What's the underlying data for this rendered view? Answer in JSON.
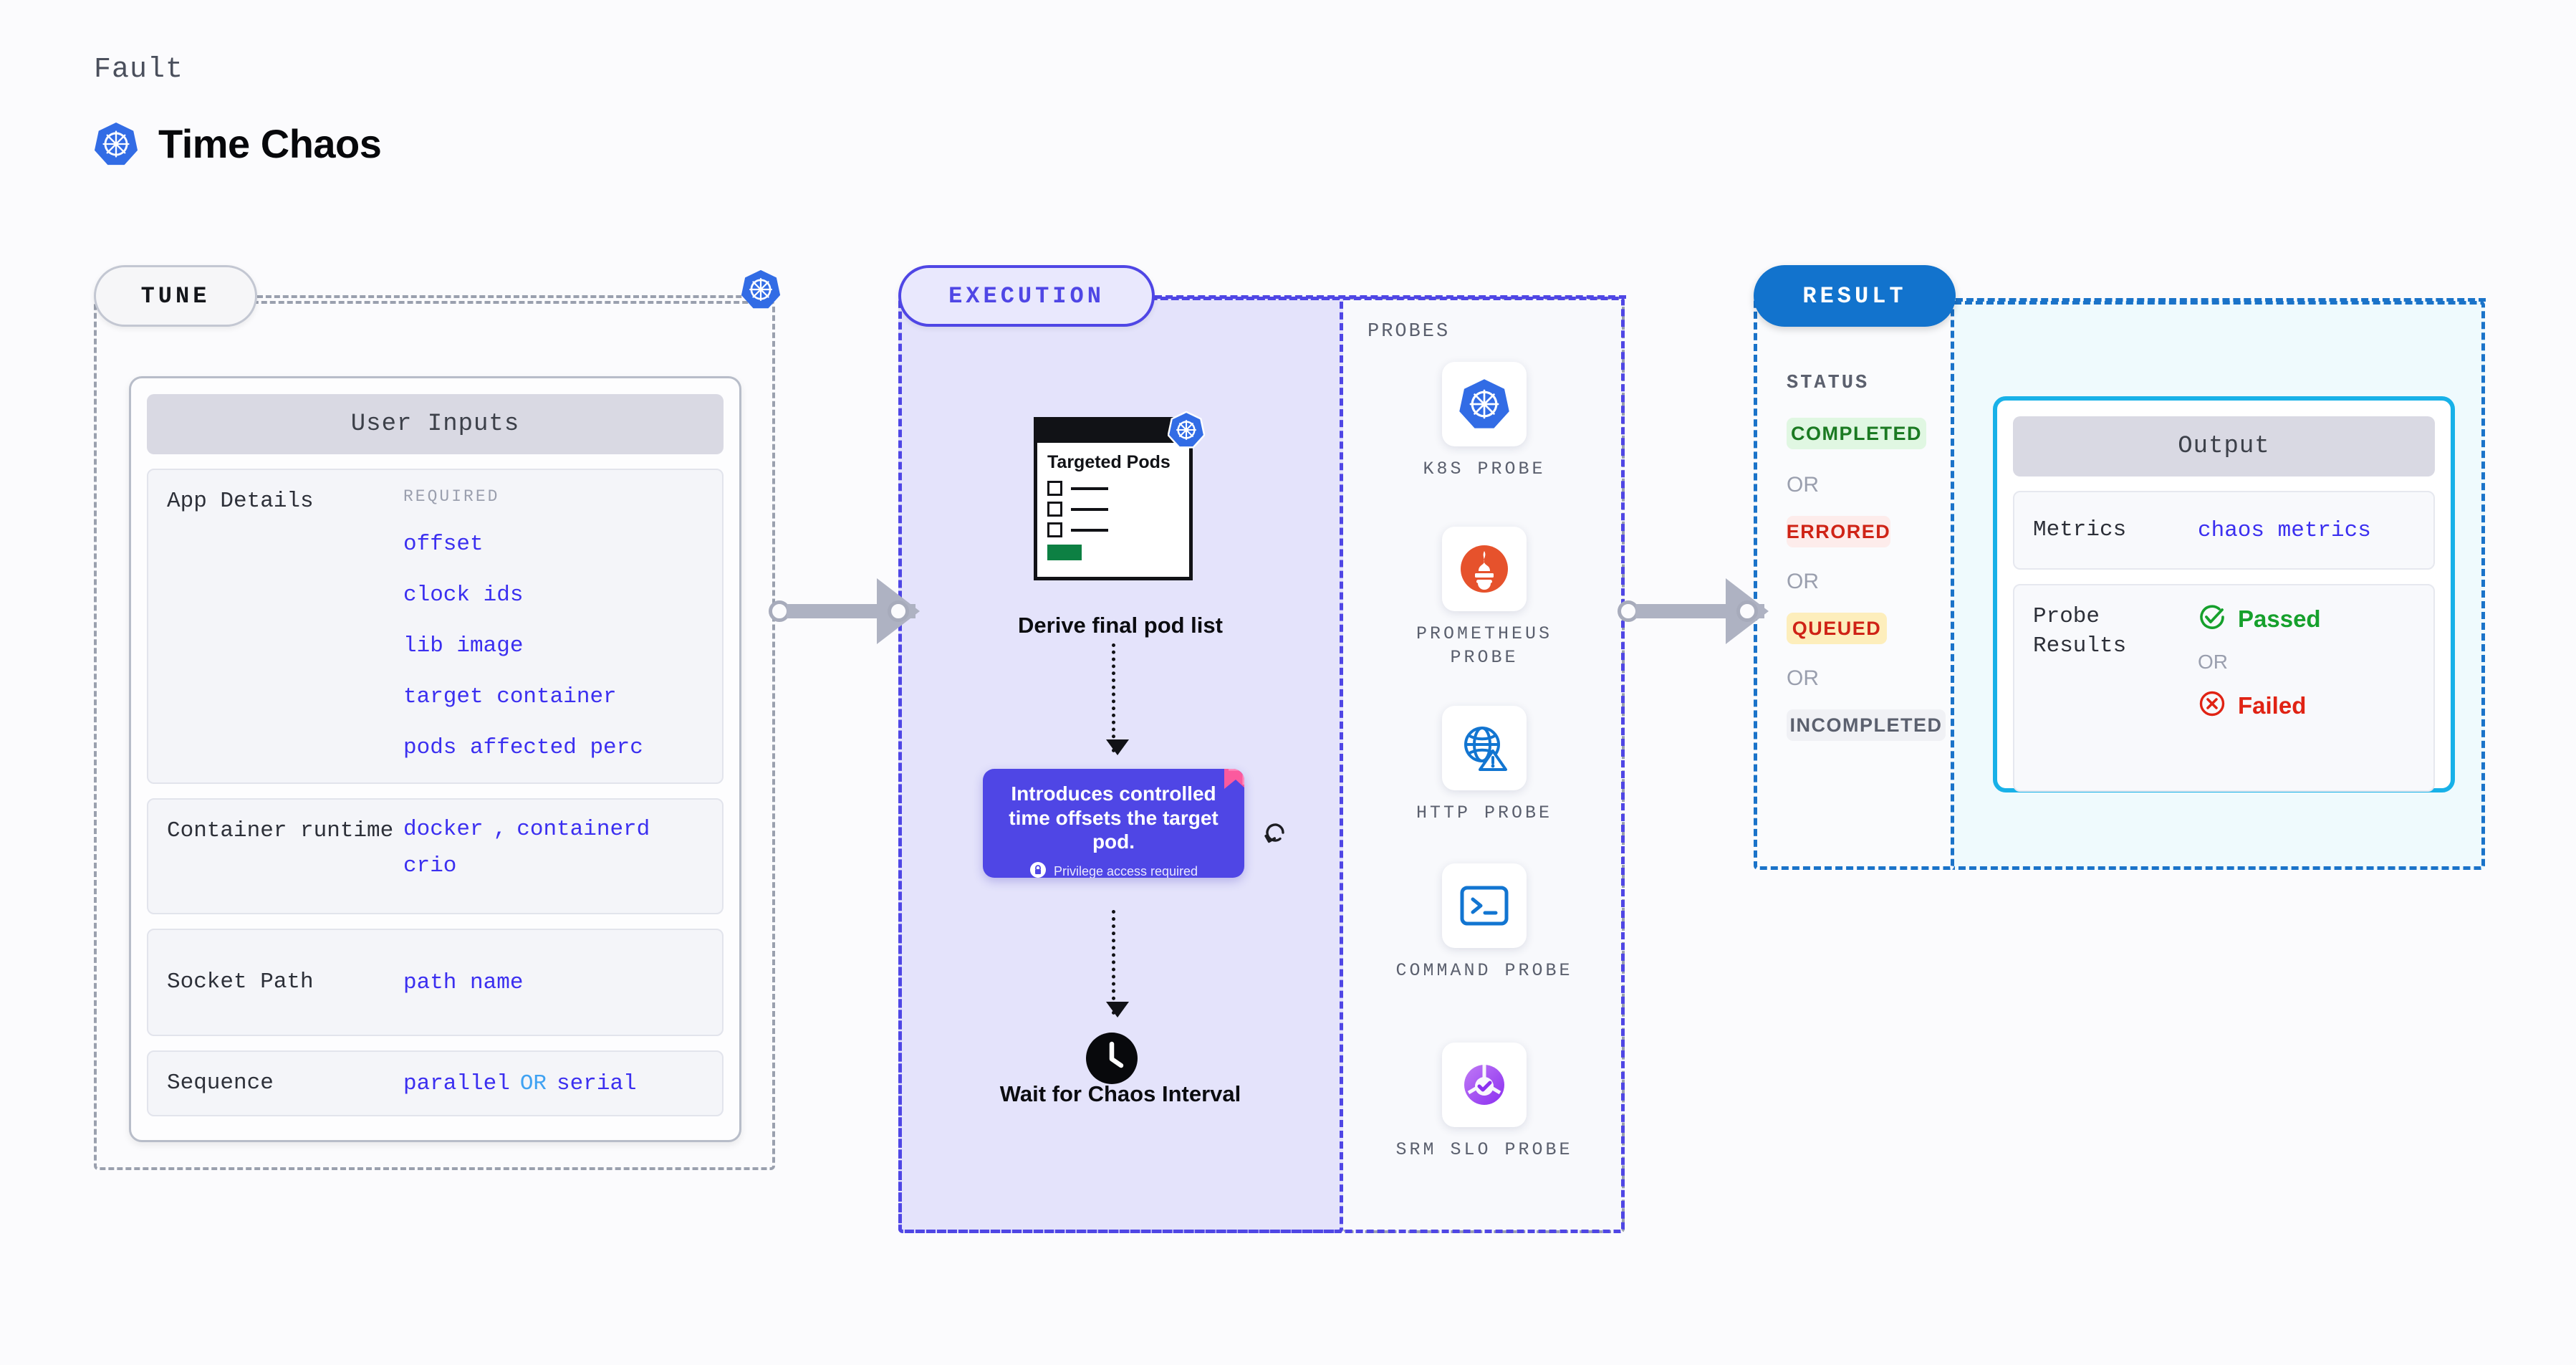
{
  "header": {
    "eyebrow": "Fault",
    "title": "Time Chaos",
    "logo_icon": "kubernetes-icon"
  },
  "stages": {
    "tune": {
      "label": "TUNE"
    },
    "execution": {
      "label": "EXECUTION"
    },
    "result": {
      "label": "RESULT"
    }
  },
  "tune": {
    "card_title": "User Inputs",
    "rows": [
      {
        "label": "App Details",
        "required_tag": "REQUIRED",
        "values": [
          "offset",
          "clock ids",
          "lib image",
          "target container",
          "pods affected perc"
        ]
      },
      {
        "label": "Container runtime",
        "values": [
          "docker",
          "containerd",
          "crio"
        ],
        "separator": ","
      },
      {
        "label": "Socket Path",
        "values": [
          "path name"
        ]
      },
      {
        "label": "Sequence",
        "values": [
          "parallel",
          "serial"
        ],
        "or": "OR"
      }
    ]
  },
  "execution": {
    "pods_card": {
      "title": "Targeted Pods",
      "badge_icon": "kubernetes-icon",
      "checkbox_count": 3
    },
    "derive_label": "Derive final pod list",
    "tooltip": {
      "text": "Introduces controlled time offsets the target pod.",
      "footnote": "Privilege access required",
      "lock_icon": "lock-icon",
      "ribbon_icon": "ribbon-icon",
      "color": "#4f46e5"
    },
    "revert_icon": "revert-icon",
    "clock_icon": "clock-icon",
    "wait_label": "Wait for Chaos Interval"
  },
  "probes": {
    "title": "PROBES",
    "items": [
      {
        "label": "K8S PROBE",
        "icon": "kubernetes-icon"
      },
      {
        "label": "PROMETHEUS PROBE",
        "icon": "prometheus-icon"
      },
      {
        "label": "HTTP PROBE",
        "icon": "http-globe-icon"
      },
      {
        "label": "COMMAND PROBE",
        "icon": "terminal-icon"
      },
      {
        "label": "SRM SLO PROBE",
        "icon": "srm-slo-icon"
      }
    ]
  },
  "result": {
    "status_title": "STATUS",
    "or_label": "OR",
    "badges": [
      {
        "label": "COMPLETED",
        "bg": "#e0f7e2",
        "fg": "#1b7a22"
      },
      {
        "label": "ERRORED",
        "bg": "#fdeceb",
        "fg": "#cf2316"
      },
      {
        "label": "QUEUED",
        "bg": "#fdeebc",
        "fg": "#cf2316"
      },
      {
        "label": "INCOMPLETED",
        "bg": "#f0f1f5",
        "fg": "#5b606e"
      }
    ],
    "output": {
      "card_title": "Output",
      "metrics_label": "Metrics",
      "metrics_value": "chaos metrics",
      "probe_label": "Probe Results",
      "passed": "Passed",
      "failed": "Failed",
      "or_label": "OR",
      "pass_icon": "check-circle-icon",
      "fail_icon": "x-circle-icon"
    }
  },
  "colors": {
    "accent_purple": "#4f46e5",
    "accent_blue": "#1273cd",
    "accent_cyan": "#18b1e8",
    "value_blue": "#3b2ff0",
    "or_blue": "#3fa2f2"
  }
}
